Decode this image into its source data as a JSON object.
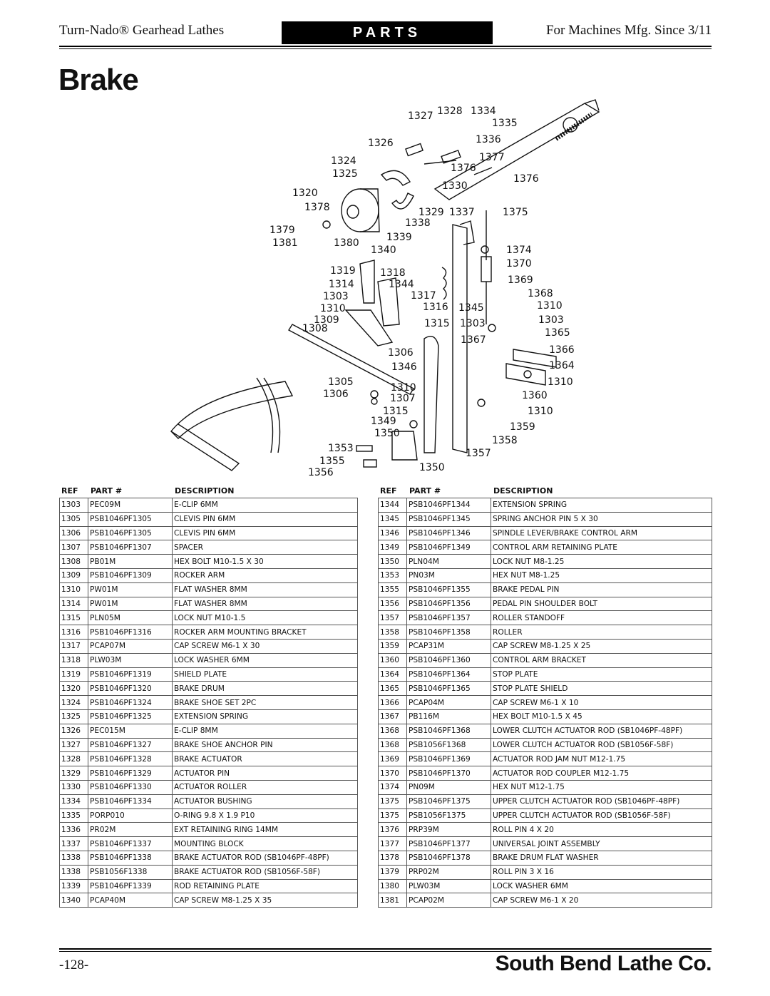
{
  "header": {
    "left": "Turn-Nado® Gearhead Lathes",
    "center": "PARTS",
    "right": "For Machines Mfg. Since 3/11"
  },
  "title": "Brake",
  "diagram": {
    "callouts": [
      "1328",
      "1327",
      "1334",
      "1335",
      "1326",
      "1336",
      "1324",
      "1377",
      "1376",
      "1325",
      "1376",
      "1320",
      "1330",
      "1378",
      "1329",
      "1337",
      "1375",
      "1338",
      "1379",
      "1339",
      "1381",
      "1380",
      "1340",
      "1374",
      "1319",
      "1318",
      "1370",
      "1314",
      "1344",
      "1369",
      "1303",
      "1317",
      "1368",
      "1310",
      "1316",
      "1345",
      "1310",
      "1309",
      "1303",
      "1308",
      "1315",
      "1303",
      "1365",
      "1367",
      "1306",
      "1366",
      "1346",
      "1364",
      "1305",
      "1310",
      "1310",
      "1306",
      "1307",
      "1360",
      "1315",
      "1349",
      "1310",
      "1350",
      "1359",
      "1358",
      "1353",
      "1357",
      "1355",
      "1356",
      "1350"
    ]
  },
  "table_headers": {
    "ref": "REF",
    "part": "PART #",
    "desc": "DESCRIPTION"
  },
  "left_table": [
    [
      "1303",
      "PEC09M",
      "E-CLIP 6MM"
    ],
    [
      "1305",
      "PSB1046PF1305",
      "CLEVIS PIN 6MM"
    ],
    [
      "1306",
      "PSB1046PF1305",
      "CLEVIS PIN 6MM"
    ],
    [
      "1307",
      "PSB1046PF1307",
      "SPACER"
    ],
    [
      "1308",
      "PB01M",
      "HEX BOLT M10-1.5 X 30"
    ],
    [
      "1309",
      "PSB1046PF1309",
      "ROCKER ARM"
    ],
    [
      "1310",
      "PW01M",
      "FLAT WASHER 8MM"
    ],
    [
      "1314",
      "PW01M",
      "FLAT WASHER 8MM"
    ],
    [
      "1315",
      "PLN05M",
      "LOCK NUT M10-1.5"
    ],
    [
      "1316",
      "PSB1046PF1316",
      "ROCKER ARM MOUNTING BRACKET"
    ],
    [
      "1317",
      "PCAP07M",
      "CAP SCREW M6-1 X 30"
    ],
    [
      "1318",
      "PLW03M",
      "LOCK WASHER 6MM"
    ],
    [
      "1319",
      "PSB1046PF1319",
      "SHIELD PLATE"
    ],
    [
      "1320",
      "PSB1046PF1320",
      "BRAKE DRUM"
    ],
    [
      "1324",
      "PSB1046PF1324",
      "BRAKE SHOE SET 2PC"
    ],
    [
      "1325",
      "PSB1046PF1325",
      "EXTENSION SPRING"
    ],
    [
      "1326",
      "PEC015M",
      "E-CLIP 8MM"
    ],
    [
      "1327",
      "PSB1046PF1327",
      "BRAKE SHOE ANCHOR PIN"
    ],
    [
      "1328",
      "PSB1046PF1328",
      "BRAKE ACTUATOR"
    ],
    [
      "1329",
      "PSB1046PF1329",
      "ACTUATOR PIN"
    ],
    [
      "1330",
      "PSB1046PF1330",
      "ACTUATOR ROLLER"
    ],
    [
      "1334",
      "PSB1046PF1334",
      "ACTUATOR BUSHING"
    ],
    [
      "1335",
      "PORP010",
      "O-RING 9.8 X 1.9 P10"
    ],
    [
      "1336",
      "PR02M",
      "EXT RETAINING RING 14MM"
    ],
    [
      "1337",
      "PSB1046PF1337",
      "MOUNTING BLOCK"
    ],
    [
      "1338",
      "PSB1046PF1338",
      "BRAKE ACTUATOR ROD (SB1046PF-48PF)"
    ],
    [
      "1338",
      "PSB1056F1338",
      "BRAKE ACTUATOR ROD (SB1056F-58F)"
    ],
    [
      "1339",
      "PSB1046PF1339",
      "ROD RETAINING PLATE"
    ],
    [
      "1340",
      "PCAP40M",
      "CAP SCREW M8-1.25 X 35"
    ]
  ],
  "right_table": [
    [
      "1344",
      "PSB1046PF1344",
      "EXTENSION SPRING"
    ],
    [
      "1345",
      "PSB1046PF1345",
      "SPRING ANCHOR PIN 5 X 30"
    ],
    [
      "1346",
      "PSB1046PF1346",
      "SPINDLE LEVER/BRAKE CONTROL ARM"
    ],
    [
      "1349",
      "PSB1046PF1349",
      "CONTROL ARM RETAINING PLATE"
    ],
    [
      "1350",
      "PLN04M",
      "LOCK NUT M8-1.25"
    ],
    [
      "1353",
      "PN03M",
      "HEX NUT M8-1.25"
    ],
    [
      "1355",
      "PSB1046PF1355",
      "BRAKE PEDAL PIN"
    ],
    [
      "1356",
      "PSB1046PF1356",
      "PEDAL PIN SHOULDER BOLT"
    ],
    [
      "1357",
      "PSB1046PF1357",
      "ROLLER STANDOFF"
    ],
    [
      "1358",
      "PSB1046PF1358",
      "ROLLER"
    ],
    [
      "1359",
      "PCAP31M",
      "CAP SCREW M8-1.25 X 25"
    ],
    [
      "1360",
      "PSB1046PF1360",
      "CONTROL ARM BRACKET"
    ],
    [
      "1364",
      "PSB1046PF1364",
      "STOP PLATE"
    ],
    [
      "1365",
      "PSB1046PF1365",
      "STOP PLATE SHIELD"
    ],
    [
      "1366",
      "PCAP04M",
      "CAP SCREW M6-1 X 10"
    ],
    [
      "1367",
      "PB116M",
      "HEX BOLT M10-1.5 X 45"
    ],
    [
      "1368",
      "PSB1046PF1368",
      "LOWER CLUTCH ACTUATOR ROD (SB1046PF-48PF)"
    ],
    [
      "1368",
      "PSB1056F1368",
      "LOWER CLUTCH ACTUATOR ROD (SB1056F-58F)"
    ],
    [
      "1369",
      "PSB1046PF1369",
      "ACTUATOR ROD JAM NUT M12-1.75"
    ],
    [
      "1370",
      "PSB1046PF1370",
      "ACTUATOR ROD COUPLER M12-1.75"
    ],
    [
      "1374",
      "PN09M",
      "HEX NUT M12-1.75"
    ],
    [
      "1375",
      "PSB1046PF1375",
      "UPPER CLUTCH ACTUATOR ROD (SB1046PF-48PF)"
    ],
    [
      "1375",
      "PSB1056F1375",
      "UPPER CLUTCH ACTUATOR ROD (SB1056F-58F)"
    ],
    [
      "1376",
      "PRP39M",
      "ROLL PIN 4 X 20"
    ],
    [
      "1377",
      "PSB1046PF1377",
      "UNIVERSAL JOINT ASSEMBLY"
    ],
    [
      "1378",
      "PSB1046PF1378",
      "BRAKE DRUM FLAT WASHER"
    ],
    [
      "1379",
      "PRP02M",
      "ROLL PIN 3 X 16"
    ],
    [
      "1380",
      "PLW03M",
      "LOCK WASHER 6MM"
    ],
    [
      "1381",
      "PCAP02M",
      "CAP SCREW M6-1 X 20"
    ]
  ],
  "footer": {
    "page_number": "-128-",
    "brand": "South Bend Lathe Co."
  }
}
